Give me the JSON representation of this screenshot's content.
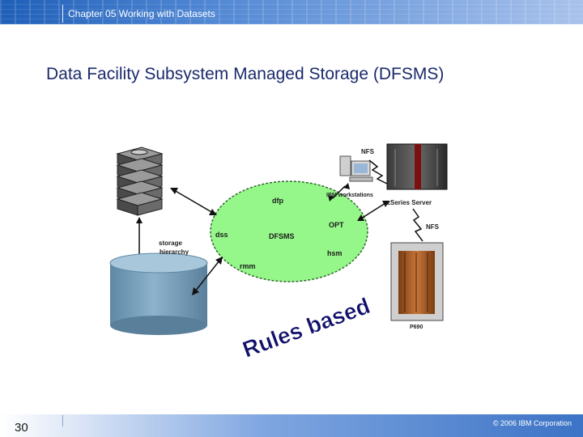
{
  "header": {
    "chapter_title": "Chapter 05 Working with Datasets"
  },
  "slide": {
    "title": "Data Facility Subsystem Managed Storage (DFSMS)"
  },
  "diagram": {
    "center_label": "DFSMS",
    "components": {
      "dfp": "dfp",
      "dss": "dss",
      "opt": "OPT",
      "hsm": "hsm",
      "rmm": "rmm"
    },
    "storage_hierarchy_line1": "storage",
    "storage_hierarchy_line2": "hierarchy",
    "nfs_top": "NFS",
    "ibm_workstations": "IBM workstations",
    "zseries_server": "zSeries Server",
    "nfs_right": "NFS",
    "p690": "P690",
    "rules_based": "Rules based",
    "colors": {
      "ellipse": "#95f78a",
      "cylinder": "#7aa3bf",
      "title": "#1b2a6b"
    }
  },
  "footer": {
    "page_number": "30",
    "copyright": "© 2006 IBM Corporation"
  }
}
